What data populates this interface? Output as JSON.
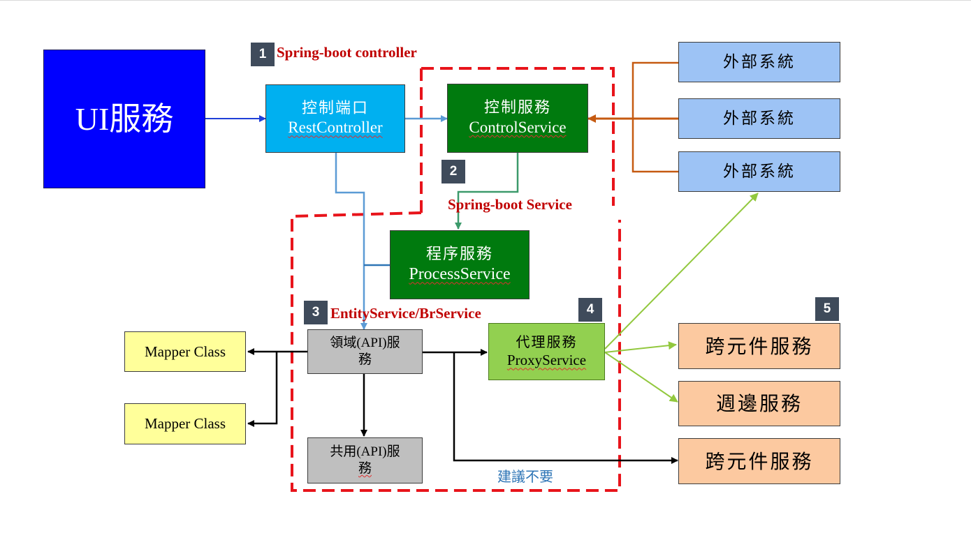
{
  "ui_service": "UI服務",
  "rest_controller": {
    "line1": "控制端口",
    "line2": "RestController"
  },
  "control_service": {
    "line1": "控制服務",
    "line2": "ControlService"
  },
  "external_systems": [
    "外部系統",
    "外部系統",
    "外部系統"
  ],
  "process_service": {
    "line1": "程序服務",
    "line2": "ProcessService"
  },
  "domain_service": {
    "line1": "領域(API)服",
    "line2": "務"
  },
  "common_service": {
    "line1": "共用(API)服",
    "line2": "務"
  },
  "proxy_service": {
    "line1": "代理服務",
    "line2": "ProxyService"
  },
  "mapper_classes": [
    "Mapper Class",
    "Mapper Class"
  ],
  "right_services": [
    "跨元件服務",
    "週邊服務",
    "跨元件服務"
  ],
  "labels": {
    "controller": "Spring-boot controller",
    "service": "Spring-boot  Service",
    "entity": "EntityService/BrService",
    "not_recommended": "建議不要"
  },
  "tags": [
    "1",
    "2",
    "3",
    "4",
    "5"
  ],
  "colors": {
    "ui_blue": "#0000ff",
    "rest_cyan": "#00b0f0",
    "dark_green": "#007a0e",
    "light_green": "#92d050",
    "external_blue": "#9dc3f5",
    "gray": "#bfbfbf",
    "mapper_yellow": "#ffff9a",
    "peach": "#fcc9a0",
    "dash_red": "#e8141b",
    "orange_line": "#c55a11",
    "blue_line": "#5b9bd5",
    "green_line": "#3c9a6b"
  }
}
